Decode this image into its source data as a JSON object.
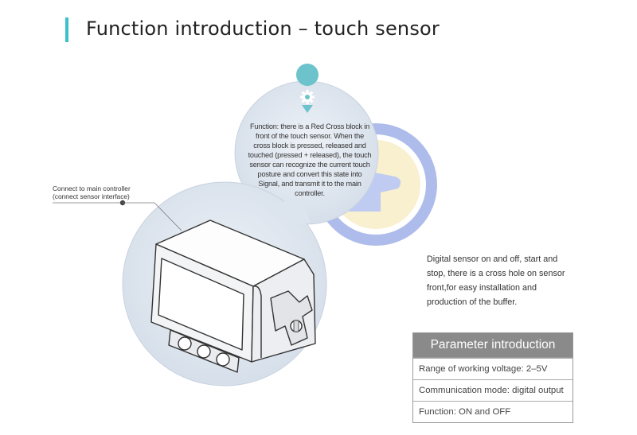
{
  "header": {
    "title": "Function introduction – touch sensor",
    "accent_color": "#3cc0c9"
  },
  "bubble": {
    "icon": "gear-icon",
    "text": "Function: there is a Red Cross block in front of the touch sensor. When the cross block is pressed, released and touched (pressed + released), the touch sensor can recognize the current touch posture and convert this state into Signal, and transmit it to the main controller."
  },
  "callout": {
    "line1": "Connect to main controller",
    "line2": "(connect sensor interface)"
  },
  "description": "Digital sensor on and off, start and stop, there is a cross hole on sensor front,for easy installation and production of the buffer.",
  "parameters": {
    "title": "Parameter introduction",
    "rows": [
      "Range of working voltage: 2–5V",
      "Communication mode: digital output",
      "Function: ON and OFF"
    ]
  },
  "colors": {
    "bubble_fill": "#dce4ee",
    "table_header": "#8a8a8a",
    "watermark_blue": "#5a78d8",
    "watermark_yellow": "#f2d98a"
  }
}
